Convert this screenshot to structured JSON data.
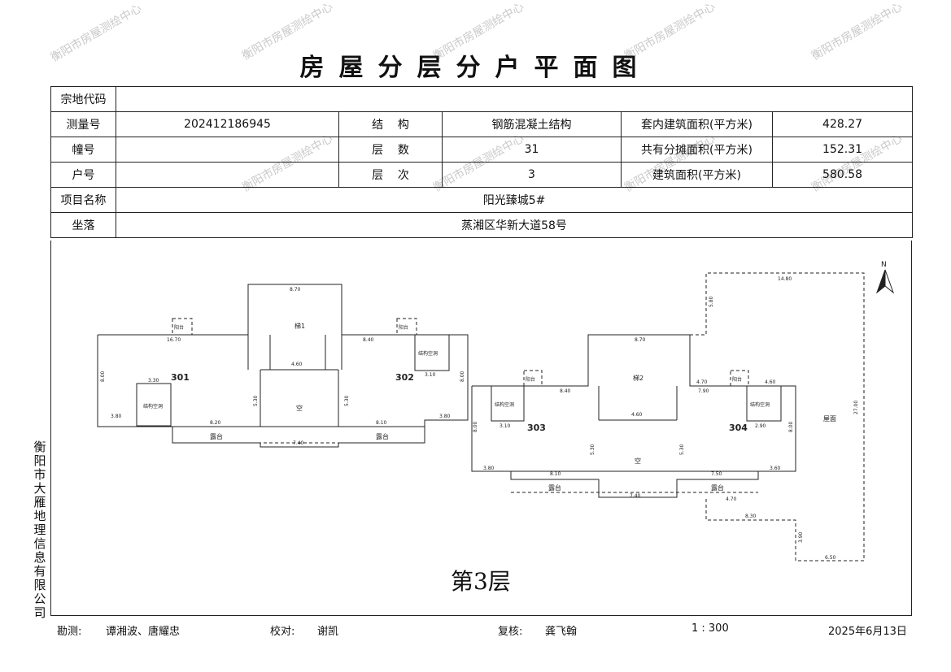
{
  "title": "房屋分层分户平面图",
  "table": {
    "parcel_code_label": "宗地代码",
    "parcel_code_value": "",
    "survey_no_label": "测量号",
    "survey_no_value": "202412186945",
    "structure_label": "结    构",
    "structure_value": "钢筋混凝土结构",
    "inner_area_label": "套内建筑面积(平方米)",
    "inner_area_value": "428.27",
    "building_no_label": "幢号",
    "building_no_value": "",
    "floors_label": "层    数",
    "floors_value": "31",
    "shared_area_label": "共有分摊面积(平方米)",
    "shared_area_value": "152.31",
    "unit_no_label": "户号",
    "unit_no_value": "",
    "floor_seq_label": "层    次",
    "floor_seq_value": "3",
    "building_area_label": "建筑面积(平方米)",
    "building_area_value": "580.58",
    "project_label": "项目名称",
    "project_value": "阳光臻城5#",
    "location_label": "坐落",
    "location_value": "蒸湘区华新大道58号"
  },
  "plan": {
    "floor_label": "第3层",
    "north_label": "N",
    "units": [
      "301",
      "302",
      "303",
      "304"
    ],
    "stair1": "梯1",
    "stair2": "梯2",
    "void": "空",
    "structure_void": "结构空洞",
    "balcony": "阳台",
    "open_terrace": "露台",
    "roof_area": "屋面",
    "dims": {
      "d_870a": "8.70",
      "d_1670": "16.70",
      "d_840a": "8.40",
      "d_460a": "4.60",
      "d_800a": "8.00",
      "d_330a": "3.30",
      "d_380a": "3.80",
      "d_820": "8.20",
      "d_740a": "7.40",
      "d_810a": "8.10",
      "d_310a": "3.10",
      "d_530a": "5.30",
      "d_1480": "14.80",
      "d_2700": "27.00",
      "d_830": "8.30",
      "d_650": "6.50",
      "d_750": "7.50",
      "d_790": "7.90",
      "d_470": "4.70",
      "d_360": "3.60",
      "d_290": "2.90",
      "d_390": "3.90",
      "d_580": "5.80"
    }
  },
  "company": "衡阳市大雁地理信息有限公司",
  "footer": {
    "survey_label": "勘测:",
    "survey_value": "谭湘波、唐耀忠",
    "check_label": "校对:",
    "check_value": "谢凯",
    "review_label": "复核:",
    "review_value": "龚飞翰",
    "scale": "1 : 300",
    "date": "2025年6月13日"
  },
  "watermark": "衡阳市房屋测绘中心"
}
